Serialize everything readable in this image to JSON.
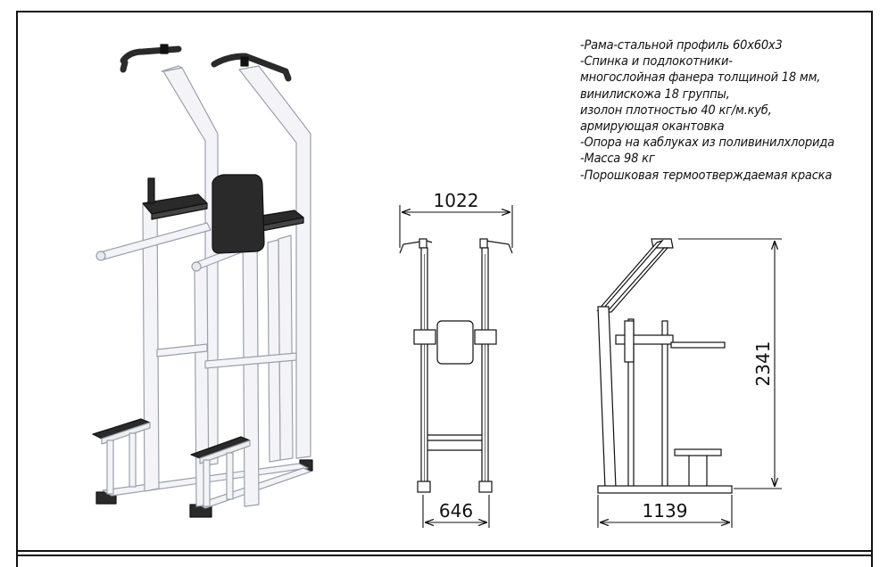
{
  "specs": [
    "-Рама-стальной профиль 60х60х3",
    "-Спинка и подлокотники-",
    "многослойная фанера толщиной 18 мм,",
    "винилискожа 18 группы,",
    "изолон плотностью 40 кг/м.куб,",
    "армирующая окантовка",
    "-Опора на каблуках из поливинилхлорида",
    "-Масса 98 кг",
    "-Порошковая термоотверждаемая краска"
  ],
  "dimensions": {
    "top_width": "1022",
    "base_width": "646",
    "depth": "1139",
    "height": "2341"
  },
  "colors": {
    "frame": "#f4f4f8",
    "outline": "#9aa0aa",
    "pad": "#2a2a2a",
    "line": "#111111"
  }
}
